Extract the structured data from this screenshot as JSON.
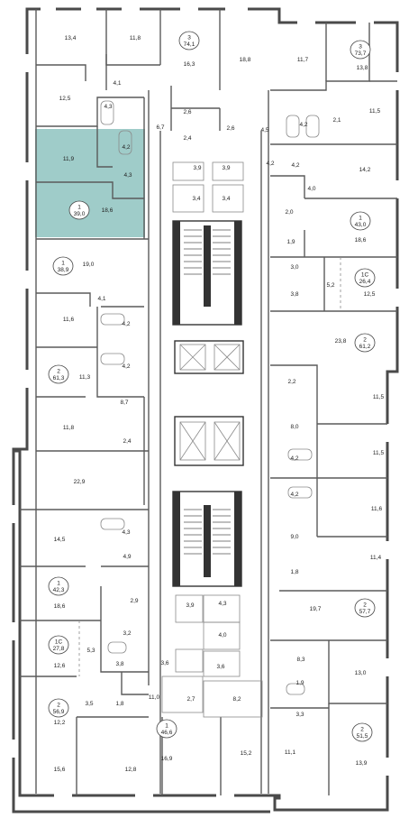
{
  "colors": {
    "highlight": "#8ec3c0",
    "walls": "#4a4a4a"
  },
  "apartments": [
    {
      "id": "apt-74",
      "rooms": "3",
      "area": "74,1"
    },
    {
      "id": "apt-73",
      "rooms": "3",
      "area": "73,7"
    },
    {
      "id": "apt-39",
      "rooms": "1",
      "area": "39,0"
    },
    {
      "id": "apt-43",
      "rooms": "1",
      "area": "43,0"
    },
    {
      "id": "apt-38",
      "rooms": "1",
      "area": "38,9"
    },
    {
      "id": "apt-26",
      "rooms": "1С",
      "area": "26,4"
    },
    {
      "id": "apt-61-3",
      "rooms": "2",
      "area": "61,3"
    },
    {
      "id": "apt-61-2",
      "rooms": "2",
      "area": "61,2"
    },
    {
      "id": "apt-42",
      "rooms": "1",
      "area": "42,3"
    },
    {
      "id": "apt-57",
      "rooms": "2",
      "area": "57,7"
    },
    {
      "id": "apt-27",
      "rooms": "1С",
      "area": "27,8"
    },
    {
      "id": "apt-56",
      "rooms": "2",
      "area": "56,9"
    },
    {
      "id": "apt-51",
      "rooms": "2",
      "area": "51,5"
    },
    {
      "id": "apt-46",
      "rooms": "1",
      "area": "46,6"
    }
  ],
  "rooms": [
    "13,4",
    "11,8",
    "16,3",
    "18,8",
    "11,7",
    "13,8",
    "4,1",
    "12,5",
    "4,3",
    "2,6",
    "4,2",
    "2,1",
    "11,5",
    "6,7",
    "2,4",
    "2,6",
    "4,5",
    "4,2",
    "11,9",
    "4,2",
    "3,9",
    "3,9",
    "4,2",
    "14,2",
    "4,3",
    "4,0",
    "3,4",
    "3,4",
    "18,6",
    "2,0",
    "18,6",
    "1,9",
    "19,0",
    "3,0",
    "5,2",
    "4,1",
    "3,8",
    "12,5",
    "11,6",
    "4,2",
    "23,8",
    "4,2",
    "11,3",
    "2,2",
    "8,7",
    "11,5",
    "11,8",
    "8,0",
    "2,4",
    "4,2",
    "11,5",
    "22,9",
    "4,2",
    "11,6",
    "14,5",
    "4,3",
    "9,0",
    "4,9",
    "11,4",
    "1,8",
    "18,6",
    "2,9",
    "3,9",
    "4,3",
    "19,7",
    "3,2",
    "4,0",
    "12,6",
    "5,3",
    "3,8",
    "8,3",
    "3,6",
    "3,6",
    "13,0",
    "1,9",
    "3,5",
    "1,8",
    "11,0",
    "2,7",
    "8,2",
    "12,2",
    "3,3",
    "11,1",
    "13,9",
    "15,6",
    "12,8",
    "16,9",
    "15,2"
  ]
}
